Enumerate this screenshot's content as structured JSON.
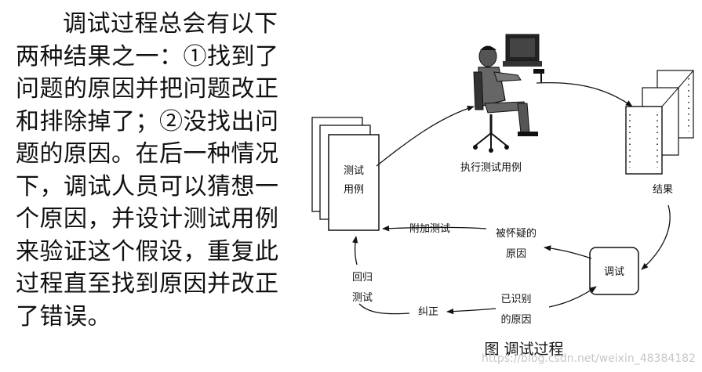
{
  "paragraph": {
    "lines": [
      "调试过程总会有以下",
      "两种结果之一：①找到了",
      "问题的原因并把问题改正",
      "和排除掉了；②没找出问",
      "题的原因。在后一种情况",
      "下，调试人员可以猜想一",
      "个原因，并设计测试用例",
      "来验证这个假设，重复此",
      "过程直至找到原因并改正",
      "了错误。"
    ]
  },
  "diagram": {
    "test_cases_label_1": "测试",
    "test_cases_label_2": "用例",
    "execute_label": "执行测试用例",
    "results_label": "结果",
    "debug_label": "调试",
    "suspected_cause_1": "被怀疑的",
    "suspected_cause_2": "原因",
    "identified_cause_1": "已识别",
    "identified_cause_2": "的原因",
    "additional_tests_label": "附加测试",
    "correction_label": "纠正",
    "regression_1": "回归",
    "regression_2": "测试",
    "caption": "图  调试过程",
    "watermark": "https://blog.csdn.net/weixin_48384182"
  }
}
